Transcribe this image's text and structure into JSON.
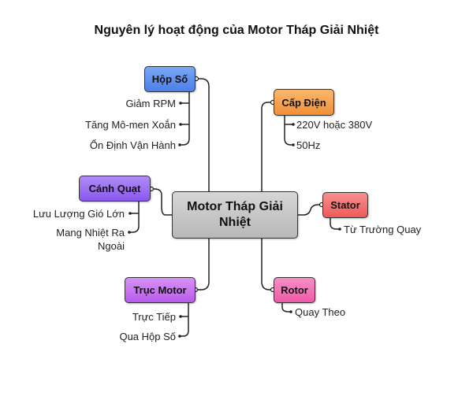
{
  "title": "Nguyên lý hoạt động của Motor Tháp Giải Nhiệt",
  "center": {
    "label": "Motor Tháp Giải Nhiệt",
    "line1": "Motor Tháp Giải",
    "line2": "Nhiệt",
    "color": "#c8c8c8"
  },
  "branches": {
    "hop_so": {
      "label": "Hộp Số",
      "color": "#5b8def",
      "items": [
        "Giảm RPM",
        "Tăng Mô-men Xoắn",
        "Ổn Định Vận Hành"
      ]
    },
    "canh_quat": {
      "label": "Cánh Quạt",
      "color": "#9b6cf0",
      "items": [
        "Lưu Lượng Gió Lớn",
        "Mang Nhiệt Ra",
        "Ngoài"
      ]
    },
    "truc_motor": {
      "label": "Trục Motor",
      "color": "#c46ef0",
      "items": [
        "Trực Tiếp",
        "Qua Hộp Số"
      ]
    },
    "cap_dien": {
      "label": "Cấp Điện",
      "color": "#f5a04a",
      "items": [
        "220V hoặc 380V",
        "50Hz"
      ]
    },
    "stator": {
      "label": "Stator",
      "color": "#f06a6a",
      "items": [
        "Từ Trường Quay"
      ]
    },
    "rotor": {
      "label": "Rotor",
      "color": "#f06ab0",
      "items": [
        "Quay Theo"
      ]
    }
  }
}
